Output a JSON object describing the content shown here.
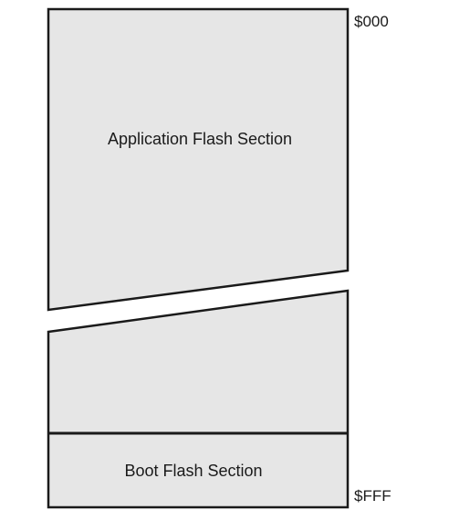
{
  "memory_map": {
    "sections": {
      "application": "Application Flash Section",
      "boot": "Boot Flash Section"
    },
    "addresses": {
      "start": "$000",
      "end": "$FFF"
    },
    "fill_color": "#e6e6e6",
    "outline_color": "#1a1a1a"
  }
}
